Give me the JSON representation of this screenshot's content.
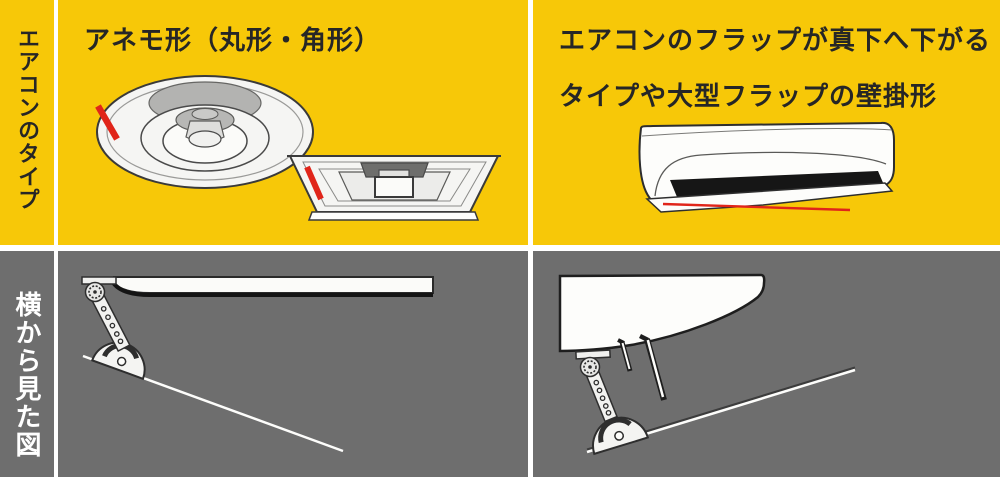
{
  "labels": {
    "row1": "エアコンのタイプ",
    "row2": "横から見た図"
  },
  "cells": {
    "anemo": {
      "title": "アネモ形（丸形・角形）",
      "illustrations": [
        "round-ceiling-diffuser",
        "square-ceiling-cassette"
      ]
    },
    "wall_flap": {
      "title_line1": "エアコンのフラップが真下へ下がる",
      "title_line2": "タイプや大型フラップの壁掛形",
      "illustrations": [
        "wall-mounted-air-conditioner"
      ]
    },
    "side_view_left": {
      "illustrations": [
        "ceiling-panel-with-adjustable-bracket-and-deflector-plate"
      ]
    },
    "side_view_right": {
      "illustrations": [
        "wall-unit-side-profile-with-flaps-bracket-and-deflector-plate"
      ]
    }
  },
  "colors": {
    "yellow": "#f7c808",
    "gray": "#6e6e6e",
    "accent_red": "#e0251a",
    "text_dark": "#262626",
    "text_light": "#ffffff"
  }
}
